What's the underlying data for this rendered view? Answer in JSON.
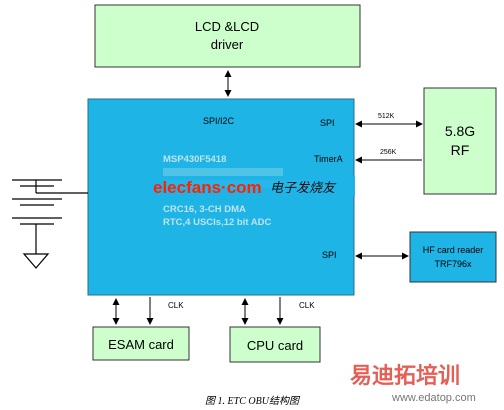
{
  "blocks": {
    "lcd": {
      "line1": "LCD &LCD",
      "line2": "driver"
    },
    "rf": {
      "line1": "5.8G",
      "line2": "RF"
    },
    "hf_reader": {
      "line1": "HF card reader",
      "line2": "TRF796x"
    },
    "esam": {
      "label": "ESAM card"
    },
    "cpu": {
      "label": "CPU card"
    }
  },
  "mcu": {
    "port_spi_i2c": "SPI/I2C",
    "port_spi_rf": "SPI",
    "port_timer": "TimerA",
    "port_spi_hf": "SPI",
    "desc": [
      "MSP430F5418",
      "CRC16, 3-CH DMA",
      "RTC,4 USCIs,12 bit ADC"
    ]
  },
  "signals": {
    "spi_speed": "512K",
    "timer_freq": "256K",
    "clk_esam": "CLK",
    "clk_cpu": "CLK"
  },
  "watermark": {
    "brand": "elecfans·com",
    "cn": "电子发烧友",
    "site_cn": "易迪拓培训",
    "site_url": "www.edatop.com"
  },
  "caption": "图 1. ETC OBU结构图",
  "colors": {
    "green_box": "#ccffcc",
    "mcu_blue": "#1eb4e6",
    "hf_blue": "#1eb4e6"
  }
}
